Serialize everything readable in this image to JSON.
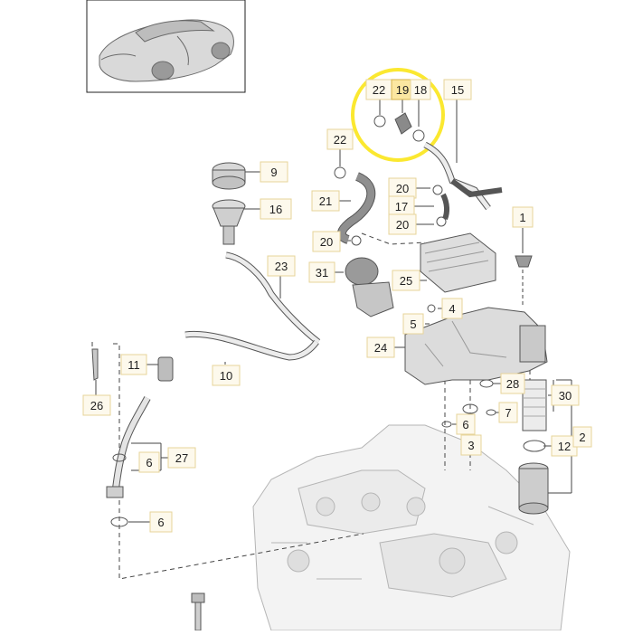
{
  "colors": {
    "label_fill": "#fdf9ec",
    "label_border": "#e7d49a",
    "highlight_fill": "#fbe7a1",
    "highlight_ring": "#fbe830",
    "line": "#444444",
    "part_fill": "#e8e8e8",
    "part_stroke": "#555555"
  },
  "callouts": [
    {
      "id": "9",
      "text": "9"
    },
    {
      "id": "16",
      "text": "16"
    },
    {
      "id": "23",
      "text": "23"
    },
    {
      "id": "11",
      "text": "11"
    },
    {
      "id": "10",
      "text": "10"
    },
    {
      "id": "26",
      "text": "26"
    },
    {
      "id": "27",
      "text": "27"
    },
    {
      "id": "6a",
      "text": "6"
    },
    {
      "id": "6b",
      "text": "6"
    },
    {
      "id": "22a",
      "text": "22"
    },
    {
      "id": "19",
      "text": "19",
      "highlight": true
    },
    {
      "id": "18",
      "text": "18"
    },
    {
      "id": "15",
      "text": "15"
    },
    {
      "id": "22b",
      "text": "22"
    },
    {
      "id": "21",
      "text": "21"
    },
    {
      "id": "20a",
      "text": "20"
    },
    {
      "id": "17",
      "text": "17"
    },
    {
      "id": "20b",
      "text": "20"
    },
    {
      "id": "20c",
      "text": "20"
    },
    {
      "id": "31",
      "text": "31"
    },
    {
      "id": "25",
      "text": "25"
    },
    {
      "id": "4",
      "text": "4"
    },
    {
      "id": "5",
      "text": "5"
    },
    {
      "id": "24",
      "text": "24"
    },
    {
      "id": "1",
      "text": "1"
    },
    {
      "id": "28",
      "text": "28"
    },
    {
      "id": "30",
      "text": "30"
    },
    {
      "id": "6c",
      "text": "6"
    },
    {
      "id": "7",
      "text": "7"
    },
    {
      "id": "3",
      "text": "3"
    },
    {
      "id": "12",
      "text": "12"
    },
    {
      "id": "2",
      "text": "2"
    }
  ]
}
